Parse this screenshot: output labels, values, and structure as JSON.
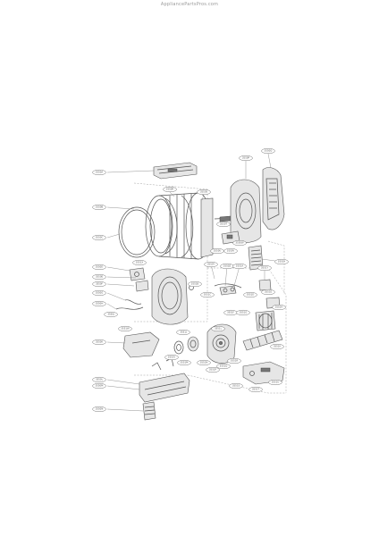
{
  "watermark": "AppliancePartsPros.com",
  "callouts": [
    {
      "id": "c1",
      "label": "3550A"
    },
    {
      "id": "c2",
      "label": "3550B"
    },
    {
      "id": "c3",
      "label": "3550C"
    },
    {
      "id": "c4",
      "label": "3550D"
    },
    {
      "id": "c5",
      "label": "3550E"
    },
    {
      "id": "c6",
      "label": "3550F"
    },
    {
      "id": "c7",
      "label": "3550G"
    },
    {
      "id": "c8",
      "label": "3550H"
    },
    {
      "id": "c9",
      "label": "3550J"
    },
    {
      "id": "c10",
      "label": "3550K"
    },
    {
      "id": "c11",
      "label": "3550L"
    },
    {
      "id": "c12",
      "label": "3550M"
    },
    {
      "id": "c13",
      "label": "3550N"
    },
    {
      "id": "c14",
      "label": "3550P"
    },
    {
      "id": "c15",
      "label": "3550Q"
    },
    {
      "id": "c16",
      "label": "3550R"
    },
    {
      "id": "c17",
      "label": "3550S"
    },
    {
      "id": "c18",
      "label": "3550T"
    },
    {
      "id": "c19",
      "label": "3550U"
    },
    {
      "id": "c20",
      "label": "3550V"
    },
    {
      "id": "c21",
      "label": "3550W"
    },
    {
      "id": "c22",
      "label": "3550X"
    },
    {
      "id": "c23",
      "label": "3550Y"
    },
    {
      "id": "c24",
      "label": "3550Z"
    },
    {
      "id": "c25",
      "label": "3551A"
    },
    {
      "id": "c26",
      "label": "3551B"
    },
    {
      "id": "c27",
      "label": "3551C"
    },
    {
      "id": "c28",
      "label": "3551D"
    },
    {
      "id": "c29",
      "label": "3551E"
    },
    {
      "id": "c30",
      "label": "3551F"
    },
    {
      "id": "c31",
      "label": "3551G"
    },
    {
      "id": "c32",
      "label": "3551H"
    },
    {
      "id": "c33",
      "label": "3551J"
    },
    {
      "id": "c34",
      "label": "3551K"
    },
    {
      "id": "c35",
      "label": "3551L"
    },
    {
      "id": "c36",
      "label": "3551M"
    },
    {
      "id": "c37",
      "label": "3551N"
    },
    {
      "id": "c38",
      "label": "3551P"
    },
    {
      "id": "c39",
      "label": "3551Q"
    },
    {
      "id": "c40",
      "label": "3551R"
    },
    {
      "id": "c41",
      "label": "3551S"
    },
    {
      "id": "c42",
      "label": "3551T"
    },
    {
      "id": "c43",
      "label": "3551U"
    },
    {
      "id": "c44",
      "label": "3551V"
    },
    {
      "id": "c45",
      "label": "3551W"
    },
    {
      "id": "c46",
      "label": "3551X"
    },
    {
      "id": "c47",
      "label": "3551Y"
    }
  ]
}
